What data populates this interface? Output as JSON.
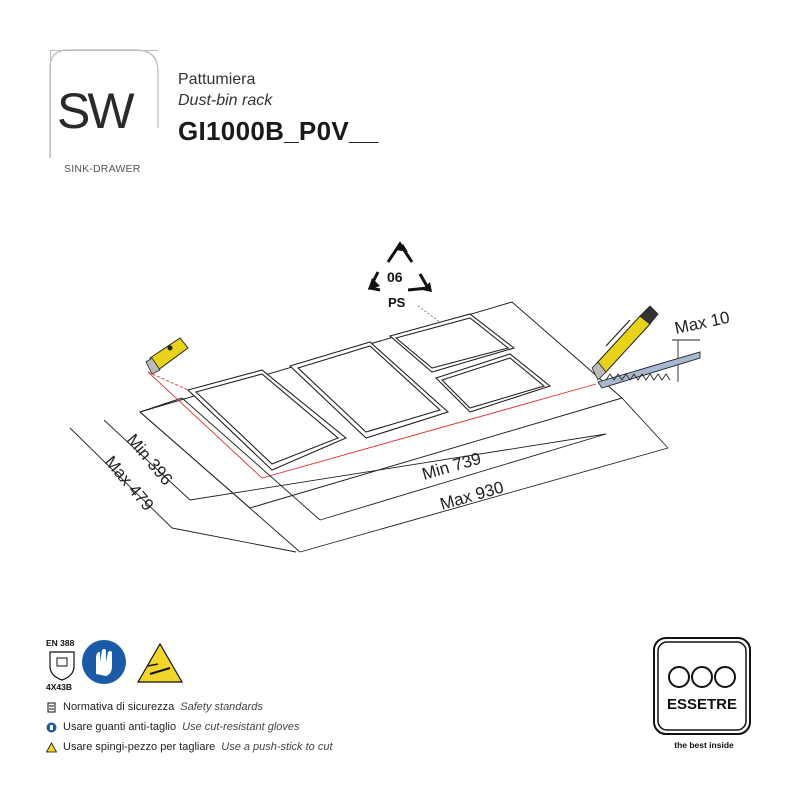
{
  "header": {
    "logo_text": "SW",
    "logo_caption": "SINK-DRAWER",
    "title_it": "Pattumiera",
    "title_en": "Dust-bin rack",
    "model": "GI1000B_P0V__"
  },
  "recycling": {
    "code": "06",
    "material": "PS"
  },
  "dimensions": {
    "depth_min": "Min 396",
    "depth_max": "Max 479",
    "width_min": "Min 739",
    "width_max": "Max 930",
    "thickness_max": "Max 10"
  },
  "safety": {
    "en_code": "EN 388",
    "en_rating": "4X43B",
    "rows": [
      {
        "it": "Normativa di sicurezza",
        "en": "Safety standards"
      },
      {
        "it": "Usare guanti anti-taglio",
        "en": "Use cut-resistant gloves"
      },
      {
        "it": "Usare spingi-pezzo per tagliare",
        "en": "Use a push-stick to cut"
      }
    ]
  },
  "brand": {
    "name": "ESSETRE",
    "tagline": "the best inside"
  },
  "colors": {
    "cut_line": "#e03030",
    "knife_yellow": "#e8d21a",
    "sign_blue": "#1a5aa6",
    "warning_yellow": "#f2d52a"
  }
}
